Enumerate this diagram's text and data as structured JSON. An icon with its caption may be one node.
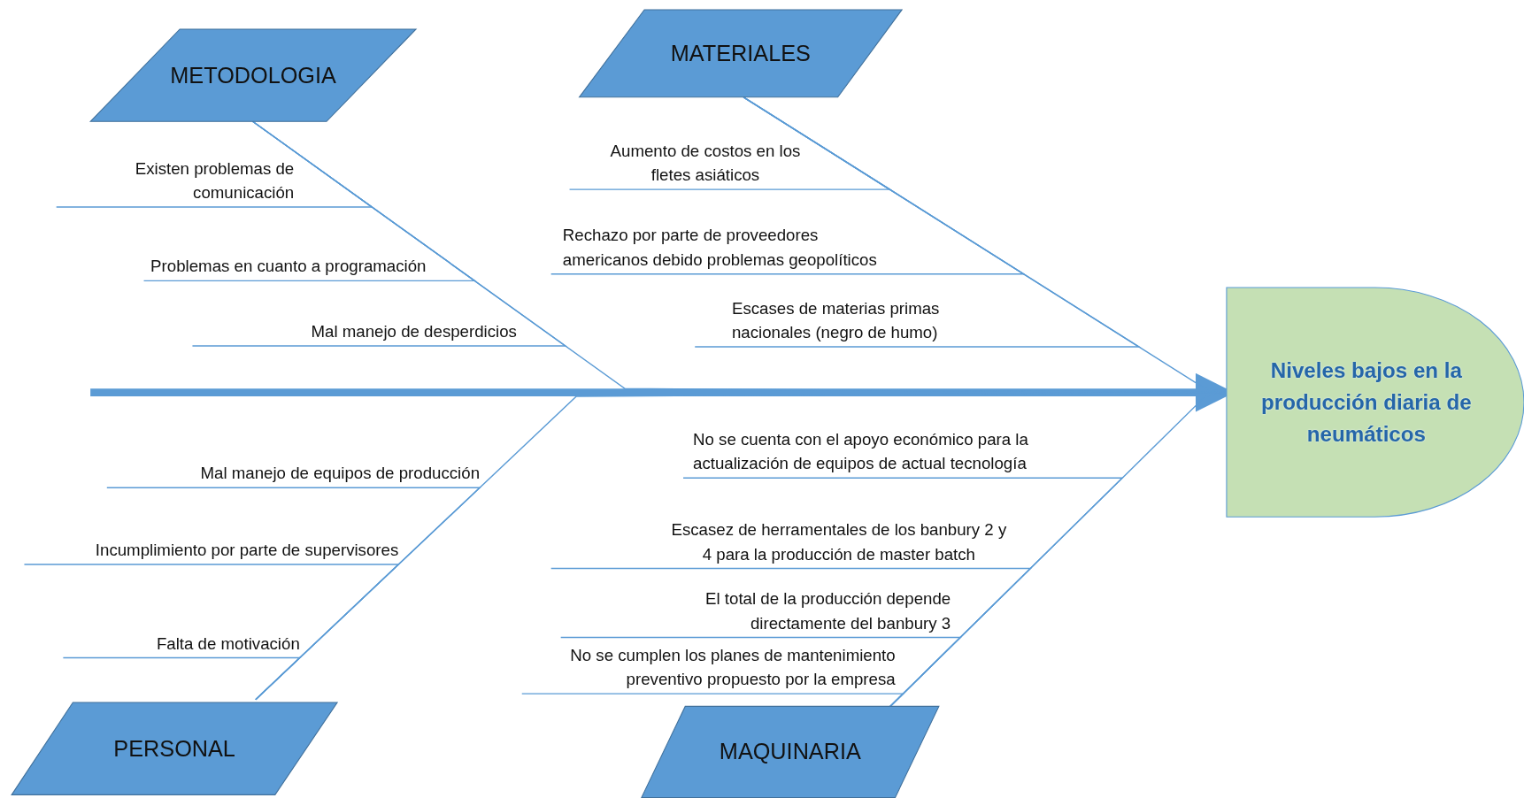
{
  "diagram": {
    "nodes": [
      {
        "text": [
          "METODOLOGIA"
        ]
      },
      {
        "text": [
          "MATERIALES"
        ]
      },
      {
        "text": [
          "Existen problemas de comunicación"
        ]
      },
      {
        "text": [
          "Problemas en cuanto a programación"
        ]
      },
      {
        "text": [
          "Mal manejo de desperdicios"
        ]
      },
      {
        "text": [
          "Aumento de costos en los fletes asiáticos"
        ]
      },
      {
        "text": [
          "Rechazo por parte de proveedores americanos debido problemas geopolíticos"
        ]
      },
      {
        "text": [
          "Escases de materias primas nacionales (negro de humo)"
        ]
      },
      {
        "text": [
          "Niveles bajos  en la producción diaria de neumáticos"
        ]
      },
      {
        "text": [
          "Mal manejo de equipos de producción"
        ]
      },
      {
        "text": [
          "Incumplimiento por parte de supervisores"
        ]
      },
      {
        "text": [
          "Falta de motivación"
        ]
      },
      {
        "text": [
          "No se cuenta con el apoyo económico para la actualización de equipos de actual tecnología"
        ]
      },
      {
        "text": [
          "Escasez de herramentales de los banbury 2 y 4 para la producción de master batch"
        ]
      },
      {
        "text": [
          "El total de la producción depende directamente del banbury 3"
        ]
      },
      {
        "text": [
          "No se cumplen los planes de mantenimiento preventivo propuesto por la empresa"
        ]
      },
      {
        "text": [
          "PERSONAL"
        ]
      },
      {
        "text": [
          "MAQUINARIA"
        ]
      }
    ],
    "edges": [
      {
        "from": null,
        "to": 8,
        "arrow": "to",
        "style": "thick"
      },
      {
        "from": 0,
        "to": 8,
        "arrow": "none"
      },
      {
        "from": 1,
        "to": 8,
        "arrow": "none"
      },
      {
        "from": 16,
        "to": 8,
        "arrow": "none"
      },
      {
        "from": 17,
        "to": 8,
        "arrow": "none"
      },
      {
        "from": 2,
        "to": 0,
        "arrow": "none"
      },
      {
        "from": 3,
        "to": 0,
        "arrow": "none"
      },
      {
        "from": 4,
        "to": 0,
        "arrow": "none"
      },
      {
        "from": 5,
        "to": 1,
        "arrow": "none"
      },
      {
        "from": 6,
        "to": 1,
        "arrow": "none"
      },
      {
        "from": 7,
        "to": 1,
        "arrow": "none"
      },
      {
        "from": 9,
        "to": 16,
        "arrow": "none"
      },
      {
        "from": 10,
        "to": 16,
        "arrow": "none"
      },
      {
        "from": 11,
        "to": 16,
        "arrow": "none"
      },
      {
        "from": 12,
        "to": 17,
        "arrow": "none"
      },
      {
        "from": 13,
        "to": 17,
        "arrow": "none"
      },
      {
        "from": 14,
        "to": 17,
        "arrow": "none"
      },
      {
        "from": 15,
        "to": 17,
        "arrow": "none"
      }
    ]
  }
}
